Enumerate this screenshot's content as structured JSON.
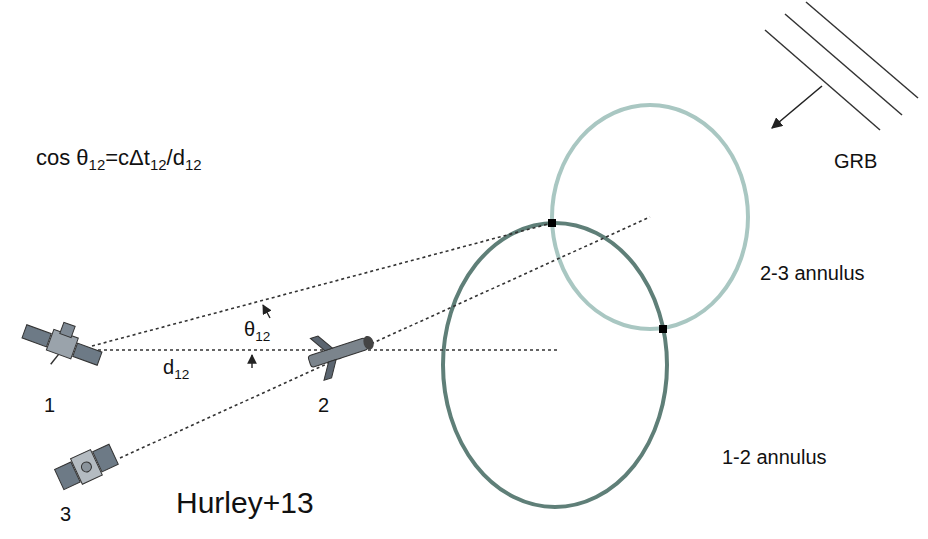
{
  "diagram": {
    "labels": [
      "cos θ",
      "12",
      "=cΔt",
      "12",
      "/d",
      "12",
      "θ",
      "12",
      "d",
      "12",
      "1",
      "2",
      "3",
      "Hurley+13",
      "GRB",
      "2-3 annulus",
      "1-2 annulus"
    ]
  }
}
